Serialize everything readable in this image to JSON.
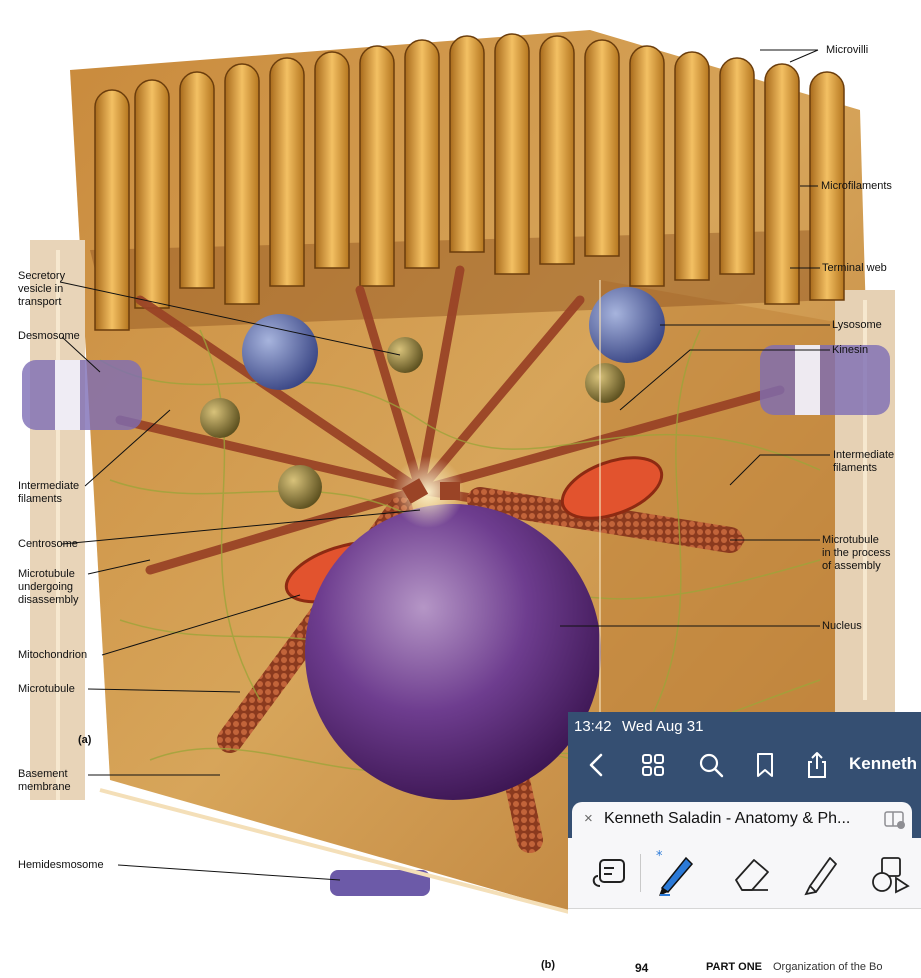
{
  "figure": {
    "labels": {
      "microvilli": "Microvilli",
      "microfilaments": "Microfilaments",
      "terminal_web": "Terminal web",
      "lysosome": "Lysosome",
      "kinesin": "Kinesin",
      "intermediate_filaments_right": "Intermediate\nfilaments",
      "microtubule_assembly": "Microtubule\nin the process\nof assembly",
      "nucleus": "Nucleus",
      "secretory_vesicle": "Secretory\nvesicle in\ntransport",
      "desmosome": "Desmosome",
      "intermediate_filaments_left": "Intermediate\nfilaments",
      "centrosome": "Centrosome",
      "microtubule_disassembly": "Microtubule\nundergoing\ndisassembly",
      "mitochondrion": "Mitochondrion",
      "microtubule": "Microtubule",
      "basement_membrane": "Basement\nmembrane",
      "hemidesmosome": "Hemidesmosome",
      "panel_a": "(a)",
      "panel_b": "(b)"
    }
  },
  "ipad": {
    "status": {
      "time": "13:42",
      "date": "Wed Aug 31"
    },
    "nav": {
      "back_icon": "chevron-left-icon",
      "grid_icon": "grid-icon",
      "search_icon": "search-icon",
      "bookmark_icon": "bookmark-icon",
      "share_icon": "share-icon",
      "title": "Kenneth"
    },
    "tab": {
      "close": "×",
      "title": "Kenneth Saladin - Anatomy & Ph...",
      "split_icon": "split-view-icon"
    },
    "toolbar": {
      "tools": [
        "lasso-select-icon",
        "pen-icon",
        "eraser-icon",
        "highlighter-icon",
        "shapes-icon"
      ],
      "bluetooth": "bluetooth-icon"
    },
    "page": {
      "number": "94",
      "part": "PART ONE",
      "title": "Organization of the Bo"
    },
    "colors": {
      "header": "#354f72",
      "pen_accent": "#2b7ad8"
    }
  }
}
